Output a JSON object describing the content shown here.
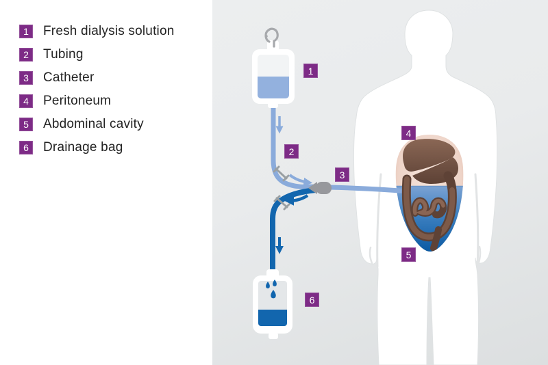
{
  "legend": {
    "items": [
      {
        "number": "1",
        "label": "Fresh dialysis solution"
      },
      {
        "number": "2",
        "label": "Tubing"
      },
      {
        "number": "3",
        "label": "Catheter"
      },
      {
        "number": "4",
        "label": "Peritoneum"
      },
      {
        "number": "5",
        "label": "Abdominal cavity"
      },
      {
        "number": "6",
        "label": "Drainage bag"
      }
    ]
  },
  "diagram": {
    "markers": [
      {
        "number": "1",
        "label": "Fresh dialysis solution"
      },
      {
        "number": "2",
        "label": "Tubing"
      },
      {
        "number": "3",
        "label": "Catheter"
      },
      {
        "number": "4",
        "label": "Peritoneum"
      },
      {
        "number": "5",
        "label": "Abdominal cavity"
      },
      {
        "number": "6",
        "label": "Drainage bag"
      }
    ],
    "icons": [
      "hanger-hook-icon",
      "clamp-icon",
      "flow-arrow-down-icon",
      "flow-arrow-curved-icon",
      "drip-drops-icon",
      "catheter-connector-icon"
    ],
    "colors": {
      "accent_purple": "#7d2b86",
      "fresh_solution_blue": "#93b1de",
      "tube_light_blue": "#8aabdb",
      "drain_dark_blue": "#1266ae",
      "skin_tone": "#e9ccbf",
      "intestine_brown": "#7a5848",
      "body_white": "#ffffff",
      "background_gray": "#e4e6e7",
      "hardware_gray": "#9a9da1"
    }
  }
}
